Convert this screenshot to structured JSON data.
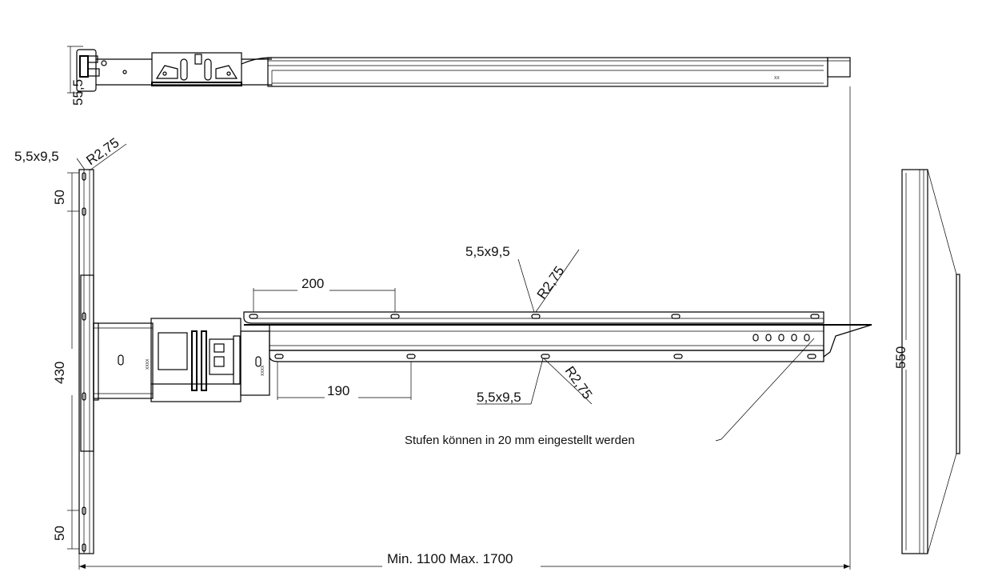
{
  "dimensions": {
    "top_height": "55,5",
    "top_slot": "5,5x9,5",
    "top_radius": "R2,75",
    "upper_spacing": "50",
    "total_width": "430",
    "lower_spacing": "50",
    "upper_pitch": "200",
    "upper_slot": "5,5x9,5",
    "upper_radius": "R2,75",
    "lower_pitch": "190",
    "lower_slot": "5,5x9,5",
    "lower_radius": "R2,75",
    "length": "Min. 1100 Max. 1700",
    "side_width": "550"
  },
  "notes": {
    "steps": "Stufen können in 20 mm eingestellt werden"
  },
  "markings": {
    "bracket_code": "XXXX",
    "rail_code": "XX"
  }
}
